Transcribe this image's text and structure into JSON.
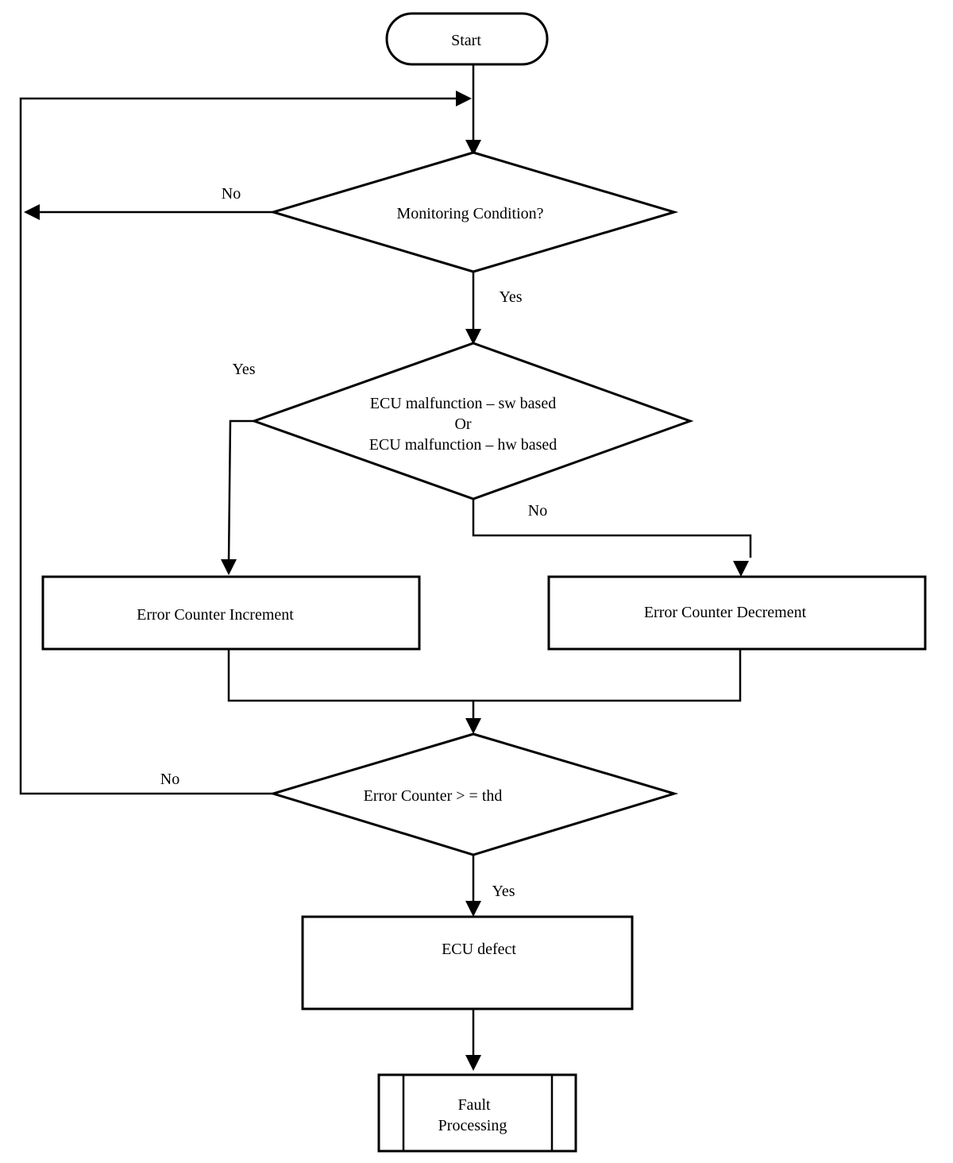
{
  "diagram": {
    "nodes": {
      "start": "Start",
      "monitoring": "Monitoring Condition?",
      "malfunction": {
        "line1": "ECU malfunction – sw based",
        "line2": "Or",
        "line3": "ECU malfunction – hw based"
      },
      "increment": "Error Counter Increment",
      "decrement": "Error Counter Decrement",
      "threshold": "Error Counter > = thd",
      "defect": "ECU defect",
      "fault": {
        "line1": "Fault",
        "line2": "Processing"
      }
    },
    "edges": {
      "monitoring_no": "No",
      "monitoring_yes": "Yes",
      "malfunction_yes": "Yes",
      "malfunction_no": "No",
      "threshold_no": "No",
      "threshold_yes": "Yes"
    }
  }
}
